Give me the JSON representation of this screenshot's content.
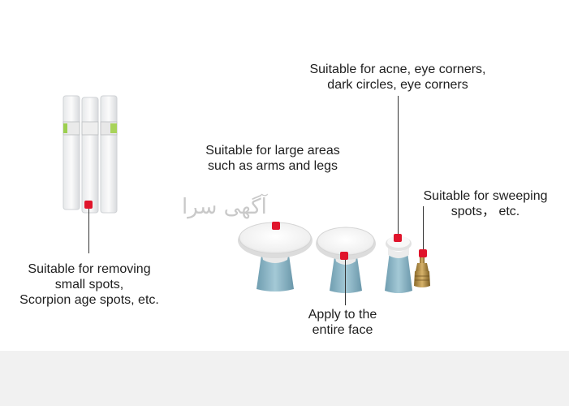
{
  "watermark": "آگهی سرا",
  "callouts": {
    "needles": {
      "line1": "Suitable for removing",
      "line2": "small spots,",
      "line3": "Scorpion age spots, etc."
    },
    "large_head": {
      "line1": "Suitable for large areas",
      "line2": "such as arms and legs"
    },
    "small_head": {
      "line1": "Suitable for acne, eye corners,",
      "line2": "dark circles, eye corners"
    },
    "sweeping": {
      "line1": "Suitable for sweeping",
      "line2": "spots， etc."
    },
    "face": {
      "line1": "Apply to the",
      "line2": "entire face"
    }
  },
  "colors": {
    "marker": "#e0142b",
    "nozzle_base": "#8fb8c6",
    "background": "#ffffff"
  }
}
